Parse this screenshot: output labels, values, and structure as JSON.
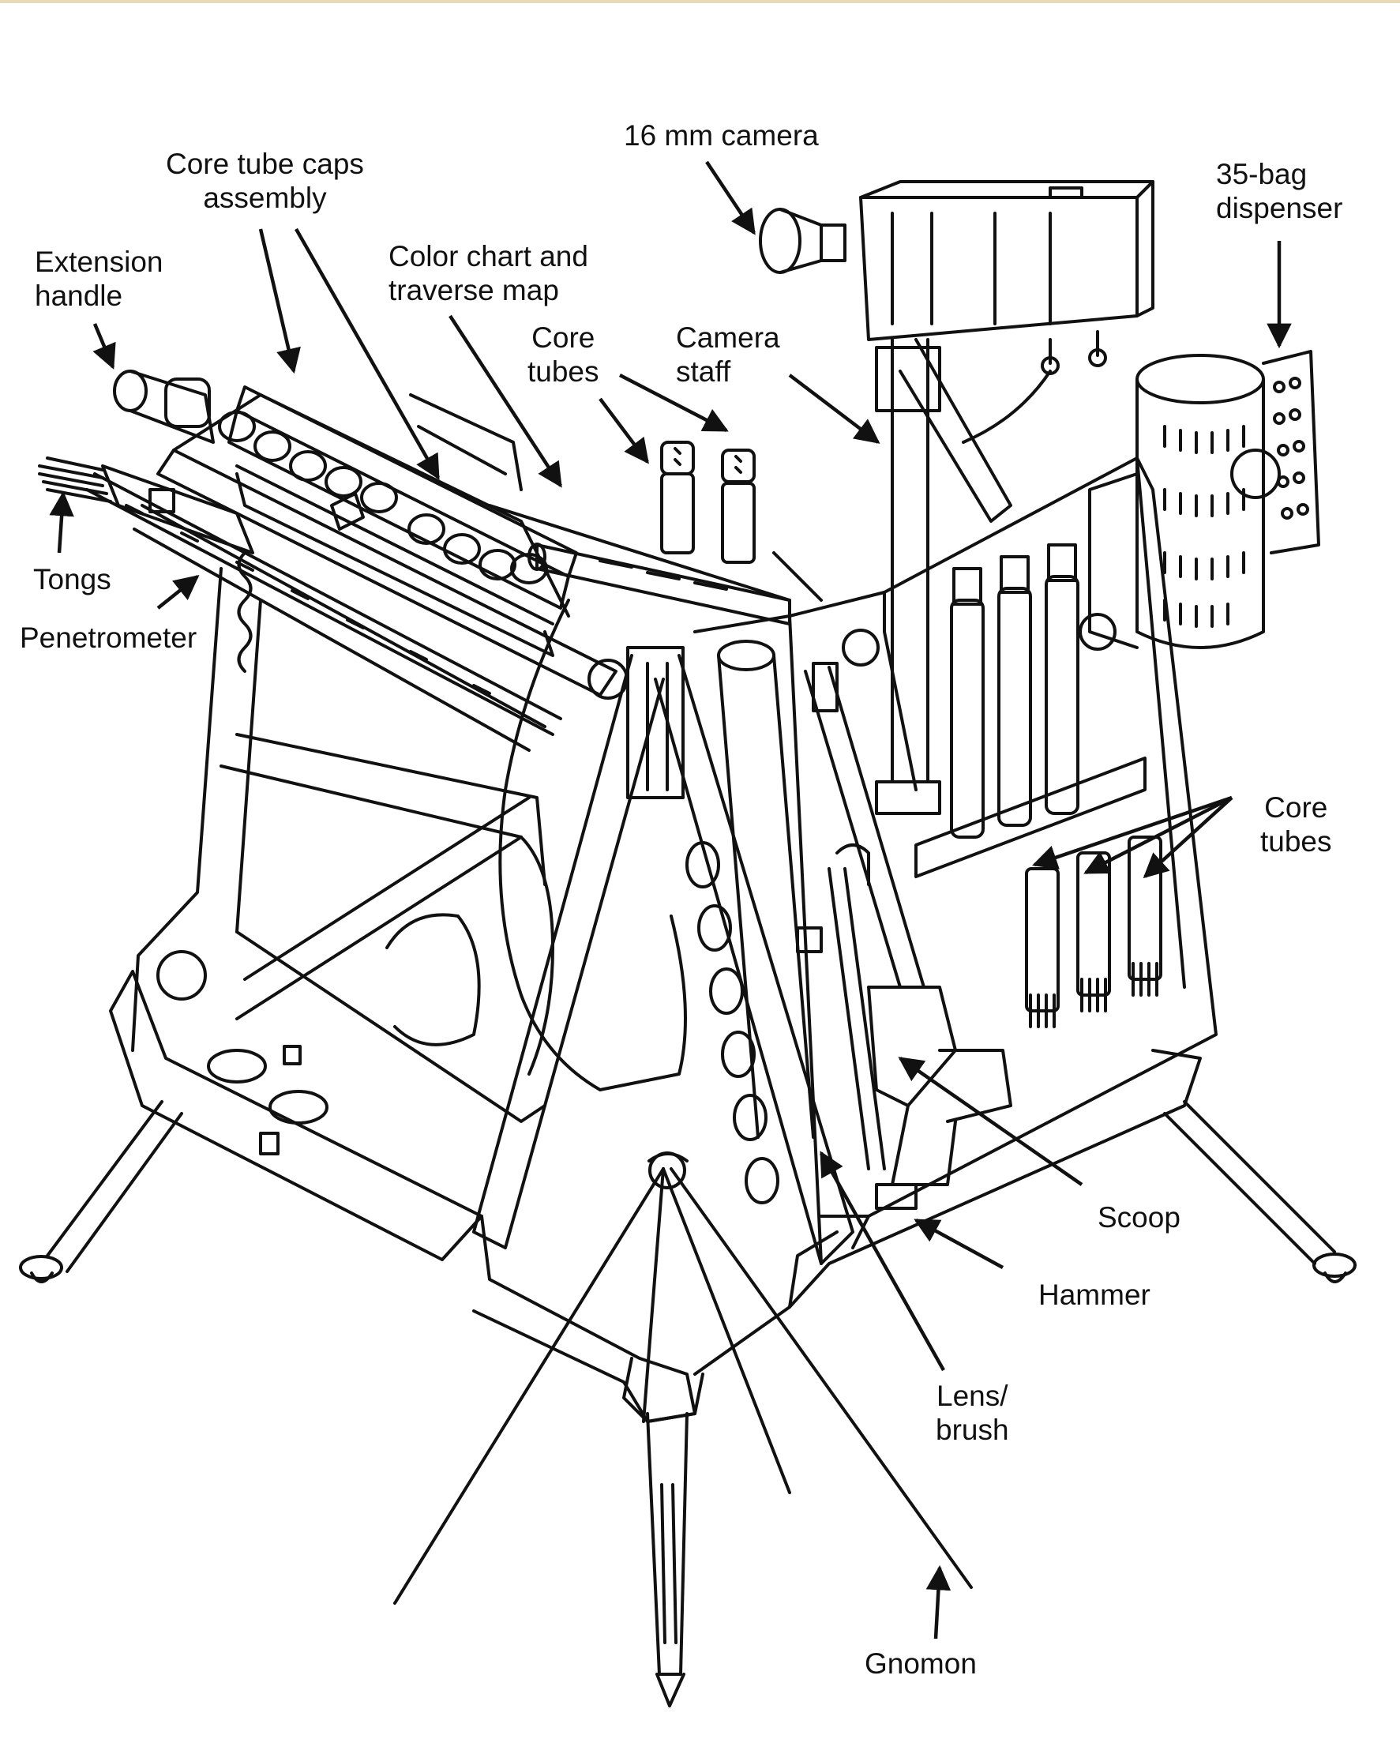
{
  "labels": {
    "camera": [
      "16 mm camera"
    ],
    "caps": [
      "Core tube caps",
      "assembly"
    ],
    "extension": [
      "Extension",
      "handle"
    ],
    "colorchart": [
      "Color chart and",
      "traverse map"
    ],
    "coretubes_top": [
      "Core",
      "tubes"
    ],
    "camerastaff": [
      "Camera",
      "staff"
    ],
    "bagdisp": [
      "35-bag",
      "dispenser"
    ],
    "tongs": [
      "Tongs"
    ],
    "penetrometer": [
      "Penetrometer"
    ],
    "coretubes_right": [
      "Core",
      "tubes"
    ],
    "scoop": [
      "Scoop"
    ],
    "hammer": [
      "Hammer"
    ],
    "lensbrush": [
      "Lens/",
      "brush"
    ],
    "gnomon": [
      "Gnomon"
    ]
  },
  "colors": {
    "ink": "#111111",
    "paper": "#ffffff",
    "edge": "#e8d9b8"
  }
}
